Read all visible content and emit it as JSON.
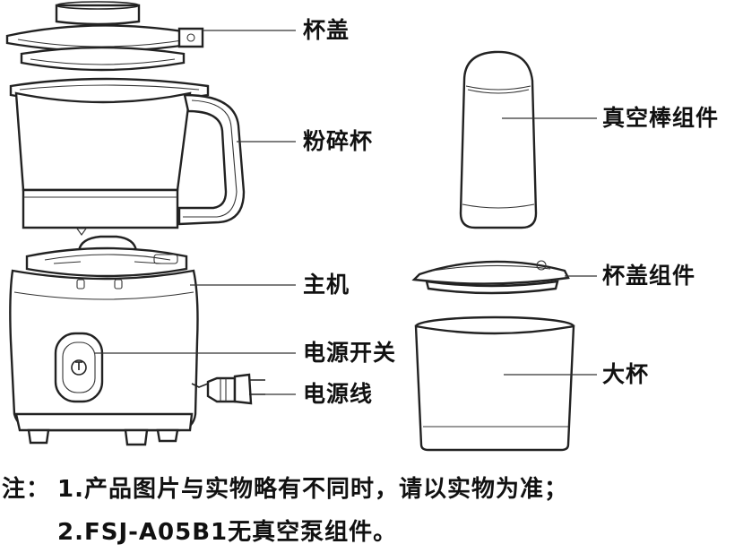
{
  "parts": {
    "cup_lid": "杯盖",
    "grinding_cup": "粉碎杯",
    "main_unit": "主机",
    "power_switch": "电源开关",
    "power_cord": "电源线",
    "vacuum_rod": "真空棒组件",
    "cup_lid_assembly": "杯盖组件",
    "large_cup": "大杯"
  },
  "notes": {
    "prefix": "注：",
    "line1": "1.产品图片与实物略有不同时，请以实物为准；",
    "line2": "2.FSJ-A05B1无真空泵组件。"
  },
  "icons": {
    "switch": "power-switch-icon",
    "plug": "plug-icon",
    "arrow": "triangle-marker-icon"
  }
}
